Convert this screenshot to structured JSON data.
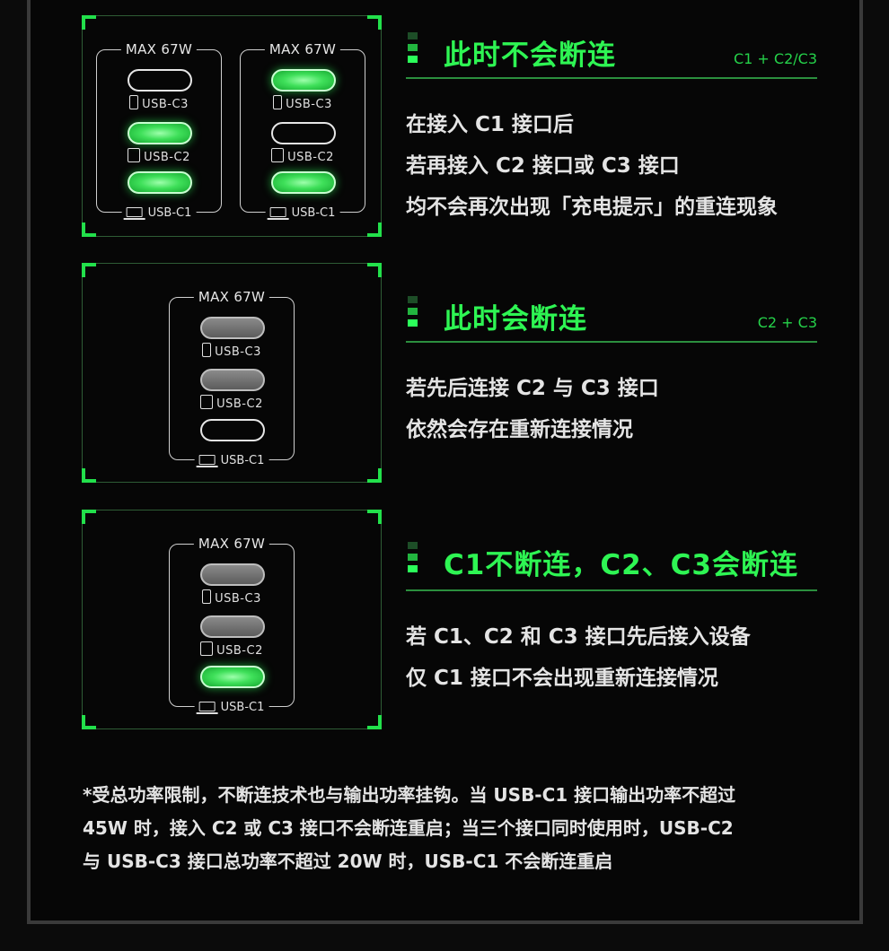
{
  "charger": {
    "max_label": "MAX 67W",
    "port_c3": "USB-C3",
    "port_c2": "USB-C2",
    "port_c1": "USB-C1"
  },
  "colors": {
    "accent": "#2ef553",
    "port_active": "#3fe05a",
    "port_inactive": "#6e6e6e",
    "background": "#060606"
  },
  "panels": [
    {
      "chargers": [
        {
          "c3": "off-outline",
          "c2": "active",
          "c1": "active"
        },
        {
          "c3": "active",
          "c2": "off-outline",
          "c1": "active"
        }
      ]
    },
    {
      "chargers": [
        {
          "c3": "inactive",
          "c2": "inactive",
          "c1": "off-outline"
        }
      ]
    },
    {
      "chargers": [
        {
          "c3": "inactive",
          "c2": "inactive",
          "c1": "active"
        }
      ]
    }
  ],
  "sections": [
    {
      "heading": "此时不会断连",
      "tag": "C1 + C2/C3",
      "lines": [
        "在接入 C1 接口后",
        "若再接入 C2 接口或  C3 接口",
        "均不会再次出现「充电提示」的重连现象"
      ]
    },
    {
      "heading": "此时会断连",
      "tag": "C2 + C3",
      "lines": [
        "若先后连接 C2 与 C3 接口",
        "依然会存在重新连接情况"
      ]
    },
    {
      "heading": "C1不断连，C2、C3会断连",
      "tag": "",
      "lines": [
        "若 C1、C2 和 C3 接口先后接入设备",
        "仅 C1 接口不会出现重新连接情况"
      ]
    }
  ],
  "footnote": {
    "line1": "*受总功率限制，不断连技术也与输出功率挂钩。当 USB-C1 接口输出功率不超过",
    "line2": "45W 时，接入 C2 或 C3 接口不会断连重启；当三个接口同时使用时，USB-C2",
    "line3": "与 USB-C3 接口总功率不超过 20W 时，USB-C1 不会断连重启"
  }
}
